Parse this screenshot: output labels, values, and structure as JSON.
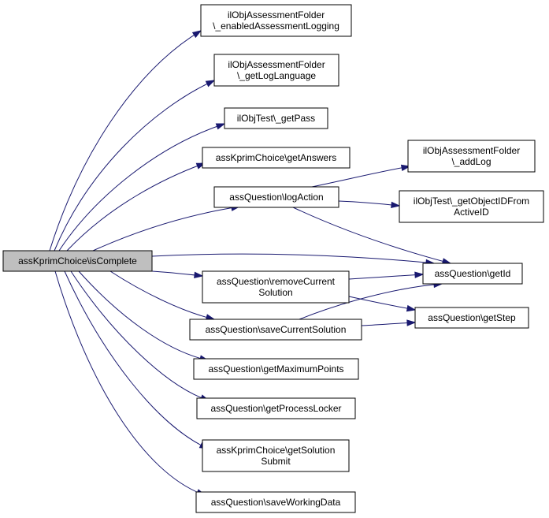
{
  "colors": {
    "edge": "#191970",
    "root_fill": "#bfbfbf",
    "node_fill": "#ffffff",
    "node_border": "#000000"
  },
  "nodes": {
    "root": {
      "lines": [
        "assKprimChoice\\isComplete"
      ]
    },
    "enabledLogging": {
      "lines": [
        "ilObjAssessmentFolder",
        "\\_enabledAssessmentLogging"
      ]
    },
    "getLogLanguage": {
      "lines": [
        "ilObjAssessmentFolder",
        "\\_getLogLanguage"
      ]
    },
    "getPass": {
      "lines": [
        "ilObjTest\\_getPass"
      ]
    },
    "getAnswers": {
      "lines": [
        "assKprimChoice\\getAnswers"
      ]
    },
    "logAction": {
      "lines": [
        "assQuestion\\logAction"
      ]
    },
    "addLog": {
      "lines": [
        "ilObjAssessmentFolder",
        "\\_addLog"
      ]
    },
    "getObjectID": {
      "lines": [
        "ilObjTest\\_getObjectIDFrom",
        "ActiveID"
      ]
    },
    "getId": {
      "lines": [
        "assQuestion\\getId"
      ]
    },
    "removeCurrent": {
      "lines": [
        "assQuestion\\removeCurrent",
        "Solution"
      ]
    },
    "getStep": {
      "lines": [
        "assQuestion\\getStep"
      ]
    },
    "saveCurrent": {
      "lines": [
        "assQuestion\\saveCurrentSolution"
      ]
    },
    "getMaxPoints": {
      "lines": [
        "assQuestion\\getMaximumPoints"
      ]
    },
    "getProcessLocker": {
      "lines": [
        "assQuestion\\getProcessLocker"
      ]
    },
    "getSolutionSubmit": {
      "lines": [
        "assKprimChoice\\getSolution",
        "Submit"
      ]
    },
    "saveWorkingData": {
      "lines": [
        "assQuestion\\saveWorkingData"
      ]
    }
  }
}
